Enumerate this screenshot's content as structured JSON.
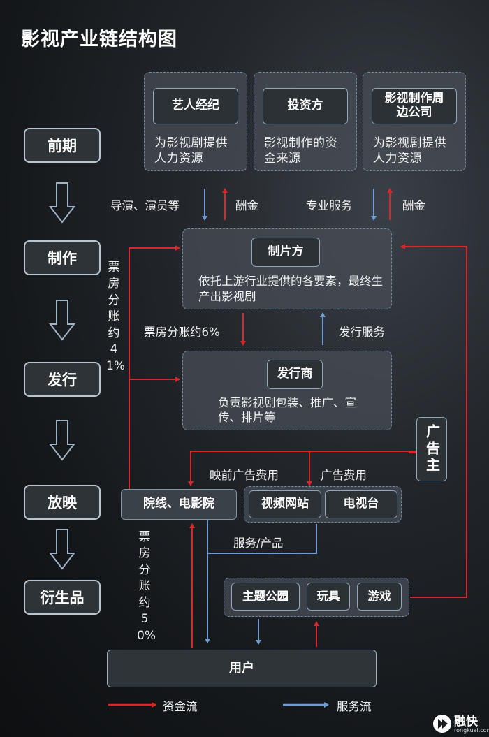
{
  "title": "影视产业链结构图",
  "stages": [
    "前期",
    "制作",
    "发行",
    "放映",
    "衍生品"
  ],
  "top_boxes": [
    {
      "title": "艺人经纪",
      "desc": "为影视剧提供人力资源"
    },
    {
      "title": "投资方",
      "desc": "影视制作的资金来源"
    },
    {
      "title": "影视制作周边公司",
      "desc": "为影视剧提供人力资源"
    }
  ],
  "labels": {
    "directors": "导演、演员等",
    "fee1": "酬金",
    "pro_service": "专业服务",
    "fee2": "酬金",
    "box_share_6": "票房分账约6%",
    "distribution_service": "发行服务",
    "box_share_41": "票房分账约41%",
    "pre_ad_fee": "映前广告费用",
    "ad_fee": "广告费用",
    "service_product": "服务/产品",
    "box_share_50": "票房分账约50%"
  },
  "producer": {
    "title": "制片方",
    "desc": "依托上游行业提供的各要素，最终生产出影视剧"
  },
  "distributor": {
    "title": "发行商",
    "desc": "负责影视剧包装、推广、宣传、排片等"
  },
  "advertiser": "广告主",
  "cinemas": "院线、电影院",
  "video_site": "视频网站",
  "tv": "电视台",
  "derivatives": [
    "主题公园",
    "玩具",
    "游戏"
  ],
  "user": "用户",
  "legend": {
    "money_flow": "资金流",
    "service_flow": "服务流"
  },
  "watermark": {
    "brand": "融快",
    "url": "rongkuai.com"
  },
  "colors": {
    "money": "#d8262c",
    "service": "#6f9bd1",
    "arrow_outline": "#9fb3c6"
  }
}
